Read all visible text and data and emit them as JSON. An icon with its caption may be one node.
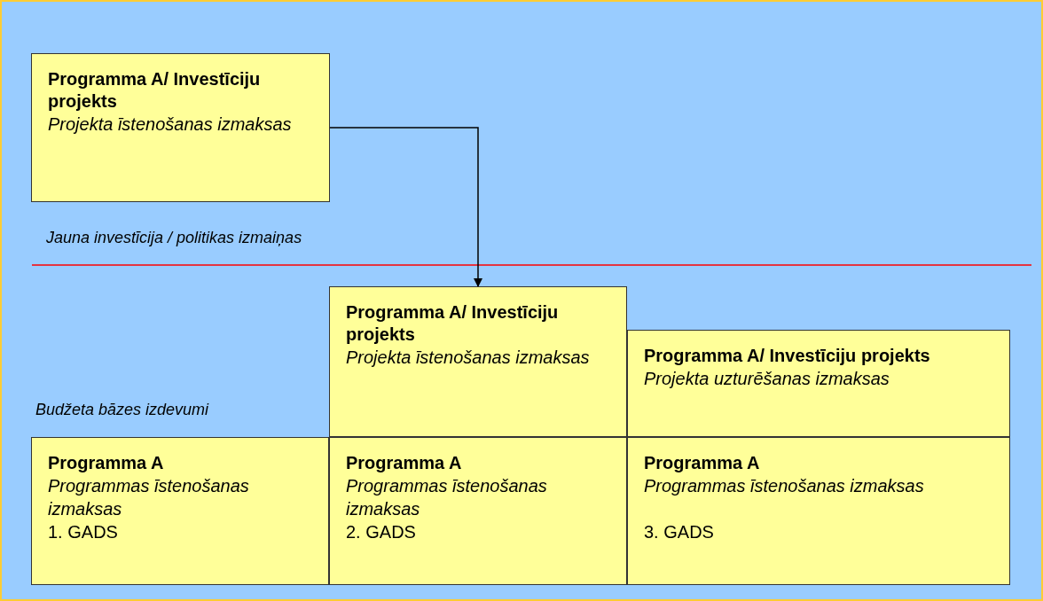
{
  "diagram": {
    "nodes": [
      {
        "text": [
          "Programma A/ Investīciju projekts",
          "Projekta īstenošanas izmaksas"
        ]
      },
      {
        "text": [
          "Programma A/ Investīciju projekts",
          "Projekta īstenošanas izmaksas"
        ]
      },
      {
        "text": [
          "Programma A/ Investīciju projekts",
          "Projekta uzturēšanas izmaksas"
        ]
      },
      {
        "text": [
          "Programma A",
          "Programmas īstenošanas izmaksas",
          "1. GADS"
        ]
      },
      {
        "text": [
          "Programma A",
          "Programmas īstenošanas izmaksas",
          "2. GADS"
        ]
      },
      {
        "text": [
          "Programma A",
          "Programmas īstenošanas izmaksas",
          "3. GADS"
        ]
      }
    ],
    "edges": [
      {
        "from": 0,
        "to": 1,
        "arrow": "to"
      }
    ],
    "labels": [
      "Jauna investīcija / politikas izmaiņas",
      "Budžeta bāzes izdevumi"
    ]
  }
}
